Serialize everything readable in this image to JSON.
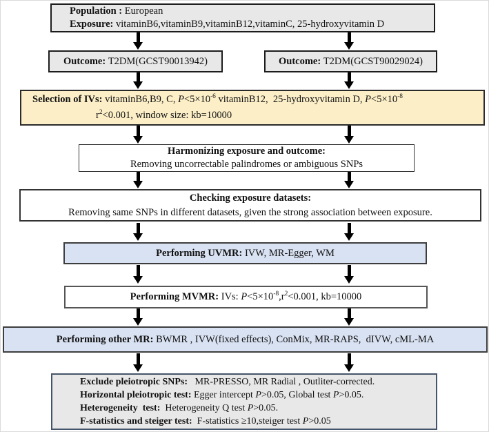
{
  "diagram": {
    "title": "Mendelian randomization study design flowchart",
    "colors": {
      "box_grey": "#e8e8e8",
      "box_yellow": "#fcefc8",
      "box_blue": "#d9e2f2",
      "final_border": "#44546a",
      "arrow_black": "#000000"
    },
    "boxes": {
      "population": {
        "lines": [
          [
            {
              "s": "b",
              "t": "Population : "
            },
            {
              "s": "r",
              "t": "European"
            }
          ],
          [
            {
              "s": "b",
              "t": "Exposure: "
            },
            {
              "s": "r",
              "t": "vitaminB6,vitaminB9,vitaminB12,vitaminC, 25-hydroxyvitamin D"
            }
          ]
        ]
      },
      "outcome_left": {
        "lines": [
          [
            {
              "s": "b",
              "t": "Outcome: "
            },
            {
              "s": "r",
              "t": "T2DM(GCST90013942)"
            }
          ]
        ]
      },
      "outcome_right": {
        "lines": [
          [
            {
              "s": "b",
              "t": "Outcome: "
            },
            {
              "s": "r",
              "t": "T2DM(GCST90029024)"
            }
          ]
        ]
      },
      "selection": {
        "lines": [
          [
            {
              "s": "b",
              "t": "Selection of IVs: "
            },
            {
              "s": "r",
              "t": "vitaminB6,B9, C, "
            },
            {
              "s": "i",
              "t": "P"
            },
            {
              "s": "r",
              "t": "<5×10"
            },
            {
              "s": "sup",
              "t": "-6"
            },
            {
              "s": "r",
              "t": " vitaminB12,  25-hydroxyvitamin D, "
            },
            {
              "s": "i",
              "t": "P"
            },
            {
              "s": "r",
              "t": "<5×10"
            },
            {
              "s": "sup",
              "t": "-8"
            }
          ],
          [
            {
              "s": "r",
              "t": "r"
            },
            {
              "s": "sup",
              "t": "2"
            },
            {
              "s": "r",
              "t": "<0.001, window size: kb=10000"
            }
          ]
        ]
      },
      "harmonizing": {
        "lines": [
          [
            {
              "s": "b",
              "t": "Harmonizing exposure and outcome:"
            }
          ],
          [
            {
              "s": "r",
              "t": "Removing uncorrectable palindromes or ambiguous SNPs"
            }
          ]
        ]
      },
      "checking": {
        "lines": [
          [
            {
              "s": "b",
              "t": "Checking exposure datasets:"
            }
          ],
          [
            {
              "s": "r",
              "t": "Removing same SNPs in different datasets, given the strong association between exposure."
            }
          ]
        ]
      },
      "uvmr": {
        "lines": [
          [
            {
              "s": "b",
              "t": "Performing UVMR: "
            },
            {
              "s": "r",
              "t": "IVW, MR-Egger, WM"
            }
          ]
        ]
      },
      "mvmr": {
        "lines": [
          [
            {
              "s": "b",
              "t": "Performing MVMR: "
            },
            {
              "s": "r",
              "t": "IVs: "
            },
            {
              "s": "i",
              "t": "P"
            },
            {
              "s": "r",
              "t": "<5×10"
            },
            {
              "s": "sup",
              "t": "-8"
            },
            {
              "s": "r",
              "t": ",r"
            },
            {
              "s": "sup",
              "t": "2"
            },
            {
              "s": "r",
              "t": "<0.001, kb=10000"
            }
          ]
        ]
      },
      "other_mr": {
        "lines": [
          [
            {
              "s": "b",
              "t": "Performing other MR: "
            },
            {
              "s": "r",
              "t": "BWMR , IVW(fixed effects), ConMix, MR-RAPS,  dIVW, cML-MA"
            }
          ]
        ]
      },
      "final": {
        "lines": [
          [
            {
              "s": "b",
              "t": "Exclude pleiotropic SNPs:"
            },
            {
              "s": "r",
              "t": "   MR-PRESSO, MR Radial , Outliter-corrected."
            }
          ],
          [
            {
              "s": "b",
              "t": "Horizontal pleiotropic test:"
            },
            {
              "s": "r",
              "t": " Egger intercept "
            },
            {
              "s": "i",
              "t": "P"
            },
            {
              "s": "r",
              "t": ">0.05, Global test "
            },
            {
              "s": "i",
              "t": "P"
            },
            {
              "s": "r",
              "t": ">0.05."
            }
          ],
          [
            {
              "s": "b",
              "t": "Heterogeneity  test:"
            },
            {
              "s": "r",
              "t": "  Heterogeneity Q test "
            },
            {
              "s": "i",
              "t": "P"
            },
            {
              "s": "r",
              "t": ">0.05."
            }
          ],
          [
            {
              "s": "b",
              "t": "F-statistics and steiger test:"
            },
            {
              "s": "r",
              "t": "  F-statistics ≥10,steiger test "
            },
            {
              "s": "i",
              "t": "P"
            },
            {
              "s": "r",
              "t": ">0.05"
            }
          ]
        ]
      }
    }
  }
}
